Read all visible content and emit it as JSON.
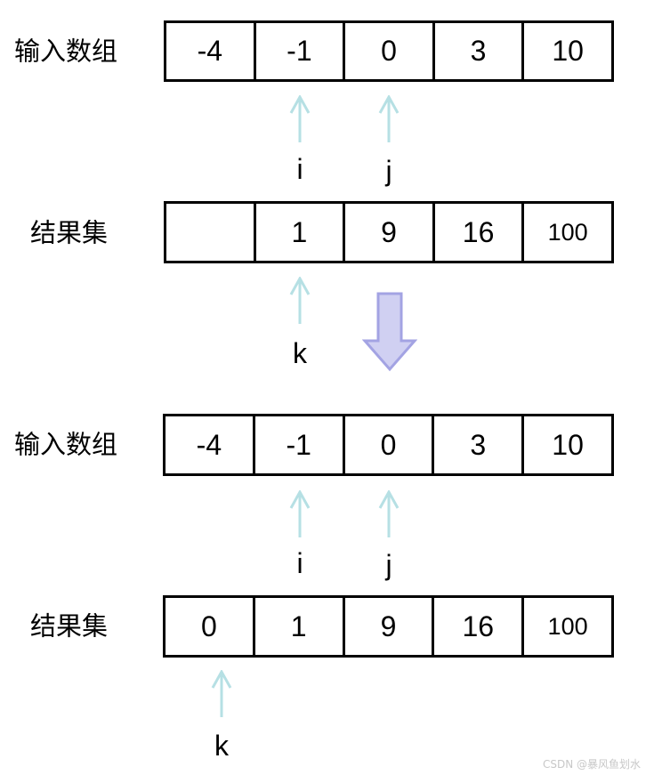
{
  "colors": {
    "pointer_arrow": "#b6e0e4",
    "transition_arrow_fill": "#d0d0f2",
    "transition_arrow_stroke": "#a3a3e3",
    "border": "#000000",
    "watermark": "#c8c8c8"
  },
  "step1": {
    "input": {
      "label": "输入数组",
      "cells": [
        "-4",
        "-1",
        "0",
        "3",
        "10"
      ]
    },
    "pointers_input": [
      {
        "name": "i",
        "index": 1
      },
      {
        "name": "j",
        "index": 2
      }
    ],
    "result": {
      "label": "结果集",
      "cells": [
        "",
        "1",
        "9",
        "16",
        "100"
      ]
    },
    "pointers_result": [
      {
        "name": "k",
        "index": 1
      }
    ]
  },
  "transition_icon": "down-arrow-icon",
  "step2": {
    "input": {
      "label": "输入数组",
      "cells": [
        "-4",
        "-1",
        "0",
        "3",
        "10"
      ]
    },
    "pointers_input": [
      {
        "name": "i",
        "index": 1
      },
      {
        "name": "j",
        "index": 2
      }
    ],
    "result": {
      "label": "结果集",
      "cells": [
        "0",
        "1",
        "9",
        "16",
        "100"
      ]
    },
    "pointers_result": [
      {
        "name": "k",
        "index": 0
      }
    ]
  },
  "watermark": "CSDN @暴风鱼划水"
}
